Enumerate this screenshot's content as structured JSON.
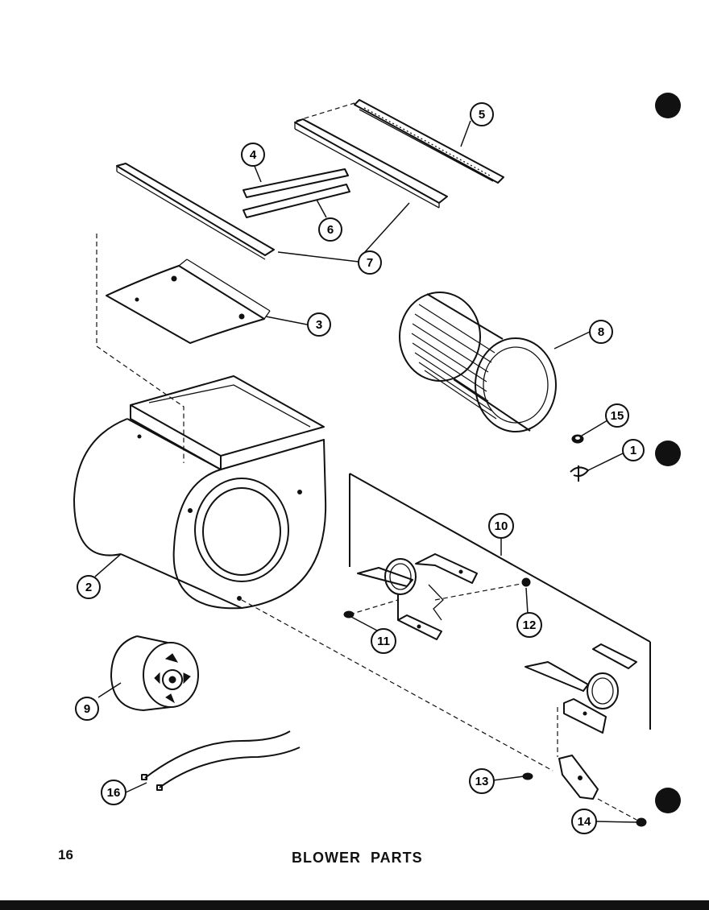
{
  "page": {
    "number": "16",
    "title": "BLOWER PARTS"
  },
  "callouts": [
    {
      "label": "1"
    },
    {
      "label": "2"
    },
    {
      "label": "3"
    },
    {
      "label": "4"
    },
    {
      "label": "5"
    },
    {
      "label": "6"
    },
    {
      "label": "7"
    },
    {
      "label": "8"
    },
    {
      "label": "9"
    },
    {
      "label": "10"
    },
    {
      "label": "11"
    },
    {
      "label": "12"
    },
    {
      "label": "13"
    },
    {
      "label": "14"
    },
    {
      "label": "15"
    },
    {
      "label": "16"
    }
  ]
}
